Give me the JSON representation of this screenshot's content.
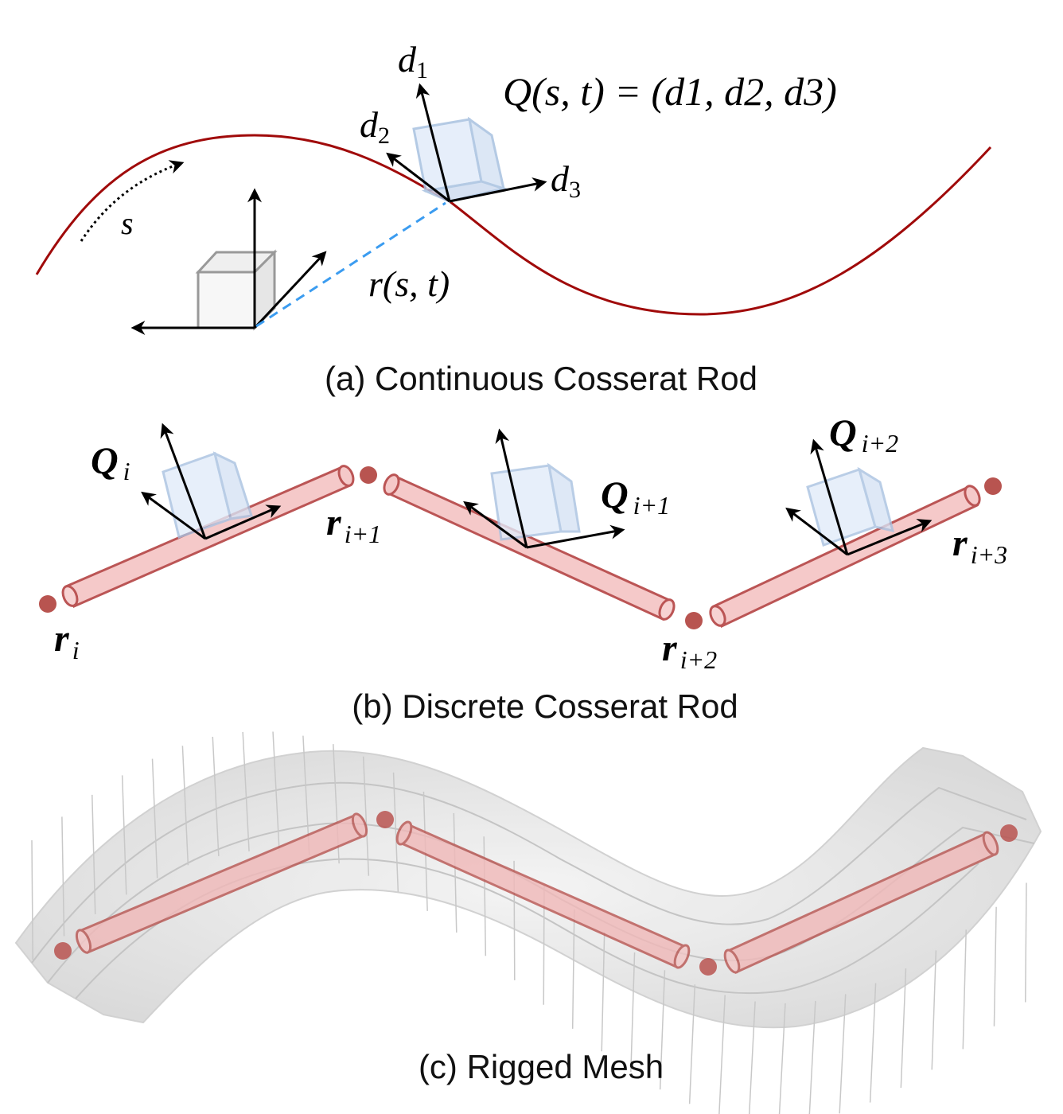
{
  "panels": [
    {
      "id": "a",
      "caption": "(a) Continuous Cosserat Rod",
      "labels": {
        "arc_param": "s",
        "position": "r(s, t)",
        "frame_eq": "Q(s, t) = (d1, d2, d3)",
        "d1": "d",
        "d1_sub": "1",
        "d2": "d",
        "d2_sub": "2",
        "d3": "d",
        "d3_sub": "3"
      }
    },
    {
      "id": "b",
      "caption": "(b) Discrete Cosserat Rod",
      "frames": [
        {
          "label": "Q",
          "sub": "i"
        },
        {
          "label": "Q",
          "sub": "i+1"
        },
        {
          "label": "Q",
          "sub": "i+2"
        }
      ],
      "nodes": [
        {
          "label": "r",
          "sub": "i"
        },
        {
          "label": "r",
          "sub": "i+1"
        },
        {
          "label": "r",
          "sub": "i+2"
        },
        {
          "label": "r",
          "sub": "i+3"
        }
      ]
    },
    {
      "id": "c",
      "caption": "(c) Rigged Mesh"
    }
  ],
  "colors": {
    "curve": "#a00a0a",
    "position_dash": "#3b9cf0",
    "rod_fill": "#f5c9c9",
    "rod_stroke": "#bb5555",
    "node": "#b85450",
    "frame_cube_fill": "#dce9fa",
    "frame_cube_stroke": "#9db8da",
    "ref_cube_fill": "#f2f2f2",
    "ref_cube_stroke": "#888888",
    "mesh_fill": "#e6e6e6",
    "mesh_line": "#bbbbbb"
  }
}
